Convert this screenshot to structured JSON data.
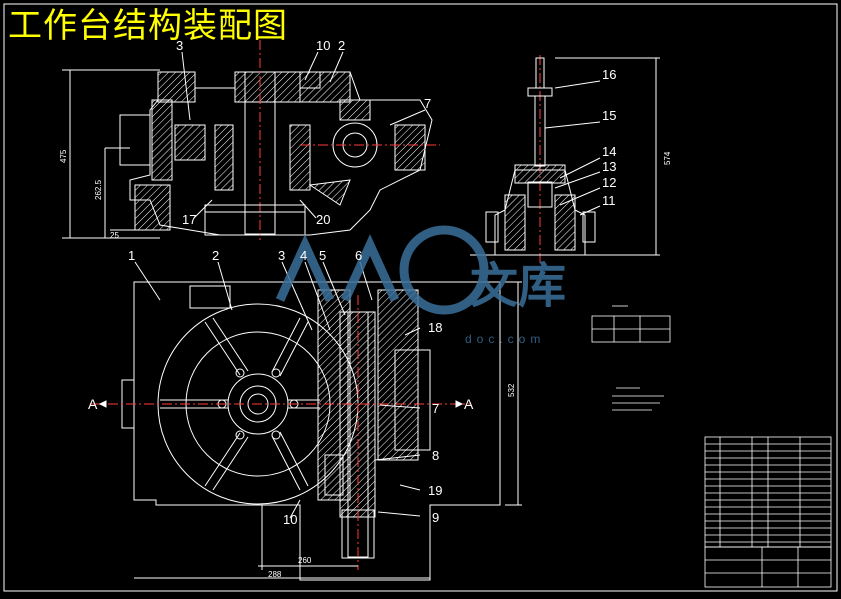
{
  "drawing": {
    "title": "工作台结构装配图",
    "section_labels": {
      "left": "A",
      "right": "A"
    },
    "dims": {
      "top_height": "475",
      "top_mid": "262.5",
      "top_bottom": "25",
      "right_height": "574",
      "plan_height": "532",
      "plan_bottom_1": "260",
      "plan_bottom_2": "288"
    },
    "callouts": {
      "top_view": [
        "3",
        "10",
        "2",
        "7",
        "17",
        "20"
      ],
      "side_view": [
        "16",
        "15",
        "14",
        "13",
        "12",
        "11"
      ],
      "plan_view": [
        "1",
        "2",
        "3",
        "4",
        "5",
        "6",
        "18",
        "7",
        "8",
        "19",
        "10",
        "9"
      ]
    },
    "watermark": {
      "text": "文库",
      "url": "doc.com"
    }
  },
  "colors": {
    "background": "#000000",
    "outline": "#ffffff",
    "title": "#ffff00",
    "centerline": "#ff3b3b",
    "hatch": "#ffffff",
    "watermark": "#3a6f9a"
  }
}
